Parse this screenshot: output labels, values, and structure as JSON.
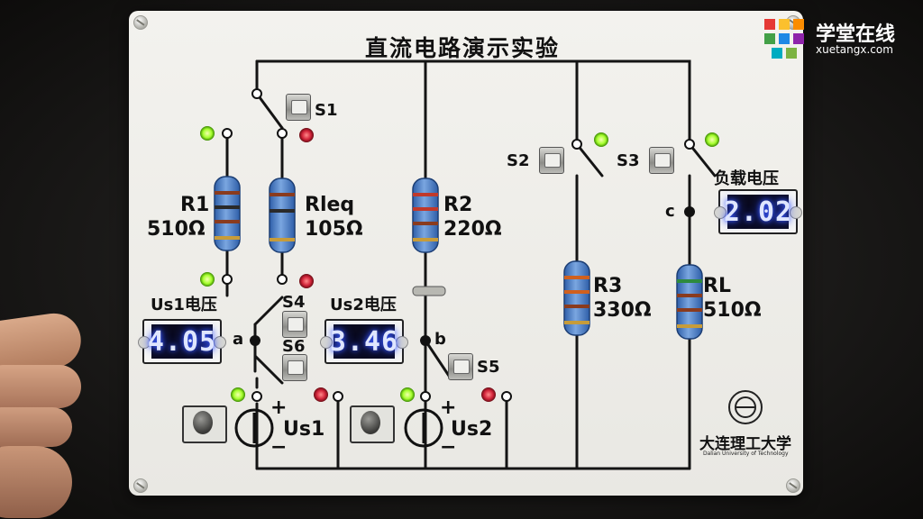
{
  "board_title": "直流电路演示实验",
  "watermark": {
    "name": "学堂在线",
    "url": "xuetangx.com"
  },
  "labels": {
    "r1_name": "R1",
    "r1_value": "510Ω",
    "rleq_name": "Rleq",
    "rleq_value": "105Ω",
    "r2_name": "R2",
    "r2_value": "220Ω",
    "r3_name": "R3",
    "r3_value": "330Ω",
    "rl_name": "RL",
    "rl_value": "510Ω",
    "s1": "S1",
    "s2": "S2",
    "s3": "S3",
    "s4": "S4",
    "s5": "S5",
    "s6": "S6",
    "node_a": "a",
    "node_b": "b",
    "node_c": "c",
    "us1": "Us1",
    "us2": "Us2",
    "us1_voltage_label": "Us1电压",
    "us2_voltage_label": "Us2电压",
    "load_voltage_label": "负载电压",
    "plus": "+",
    "minus": "−"
  },
  "meters": {
    "us1": "4.05",
    "us2": "3.46",
    "load": "2.02"
  },
  "university": {
    "cn": "大连理工大学",
    "en": "Dalian University of Technology"
  },
  "colors": {
    "display_glow": "#3c5cff",
    "led_green": "#a6ff2e",
    "led_red": "#e0283a",
    "resistor_blue": "#4f7fc6",
    "board": "#efeeea"
  },
  "icons": [
    "led-green-icon",
    "led-red-icon",
    "dc-source-icon",
    "potentiometer-knob-icon",
    "toggle-switch-icon",
    "university-seal-icon"
  ]
}
